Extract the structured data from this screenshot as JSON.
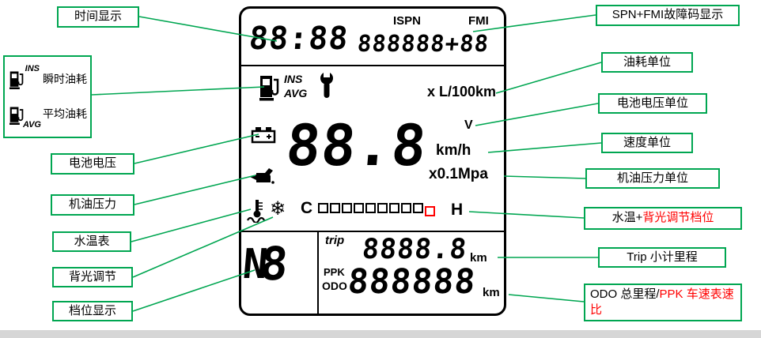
{
  "lcd": {
    "time_digits": "88:88",
    "spn_label": "ISPN",
    "fmi_label": "FMI",
    "fault_digits": "888888+88",
    "ins_label": "INS",
    "avg_label": "AVG",
    "fuel_unit": "x L/100km",
    "main_digits": "88.8",
    "volt_unit": "V",
    "speed_unit": "km/h",
    "pressure_unit": "x0.1Mpa",
    "temp_low": "C",
    "temp_high": "H",
    "snowflake": "❄",
    "temp_bar": {
      "count": 10,
      "red_index": 9
    },
    "gear_letter": "N",
    "gear_digit": "8",
    "trip_label": "trip",
    "trip_digits": "8888.8",
    "trip_unit": "km",
    "ppk_label": "PPK",
    "odo_label": "ODO",
    "odo_digits": "888888",
    "odo_unit": "km"
  },
  "left": {
    "time": "时间显示",
    "fuel_ins_label": "INS",
    "fuel_ins_text": "瞬时油耗",
    "fuel_avg_label": "AVG",
    "fuel_avg_text": "平均油耗",
    "battery": "电池电压",
    "oil": "机油压力",
    "water": "水温表",
    "backlight": "背光调节",
    "gear": "档位显示"
  },
  "right": {
    "spn_fmi": "SPN+FMI故障码显示",
    "fuel_unit": "油耗单位",
    "volt_unit": "电池电压单位",
    "speed_unit": "速度单位",
    "pressure_unit": "机油压力单位",
    "water_black": "水温+",
    "water_red": "背光调节档位",
    "trip": "Trip 小计里程",
    "odo_black": "ODO 总里程/",
    "odo_red": "PPK 车速表速比"
  },
  "colors": {
    "accent_green": "#00A651",
    "alert_red": "#FF0000",
    "lcd_black": "#000000"
  }
}
